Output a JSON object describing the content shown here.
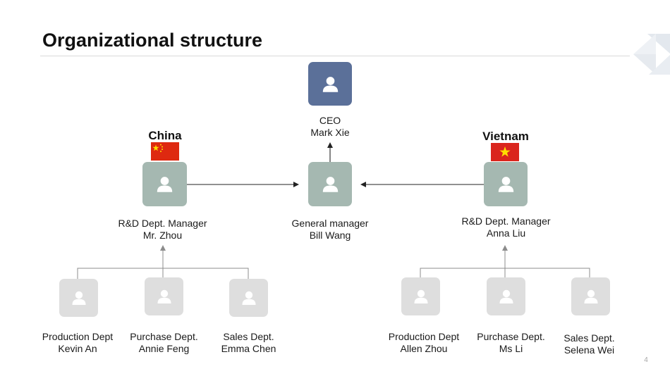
{
  "title": "Organizational structure",
  "page_number": "4",
  "colors": {
    "ceo_box": "#5b7099",
    "manager_box": "#a5b8b1",
    "staff_box": "#dedede",
    "china_flag": "#de2910",
    "vietnam_flag": "#da251d",
    "star": "#ffde00"
  },
  "icons": {
    "person": "person-icon",
    "china_flag": "china-flag-icon",
    "vietnam_flag": "vietnam-flag-icon"
  },
  "regions": {
    "china": "China",
    "vietnam": "Vietnam"
  },
  "ceo": {
    "role": "CEO",
    "name": "Mark Xie"
  },
  "general_manager": {
    "role": "General manager",
    "name": "Bill Wang"
  },
  "china_manager": {
    "role": "R&D Dept. Manager",
    "name": "Mr. Zhou"
  },
  "vietnam_manager": {
    "role": "R&D Dept. Manager",
    "name": "Anna Liu"
  },
  "china_staff": [
    {
      "role": "Production Dept",
      "name": "Kevin An"
    },
    {
      "role": "Purchase Dept.",
      "name": "Annie Feng"
    },
    {
      "role": "Sales Dept.",
      "name": "Emma Chen"
    }
  ],
  "vietnam_staff": [
    {
      "role": "Production Dept",
      "name": "Allen Zhou"
    },
    {
      "role": "Purchase Dept.",
      "name": "Ms Li"
    },
    {
      "role": "Sales Dept.",
      "name": "Selena Wei"
    }
  ]
}
